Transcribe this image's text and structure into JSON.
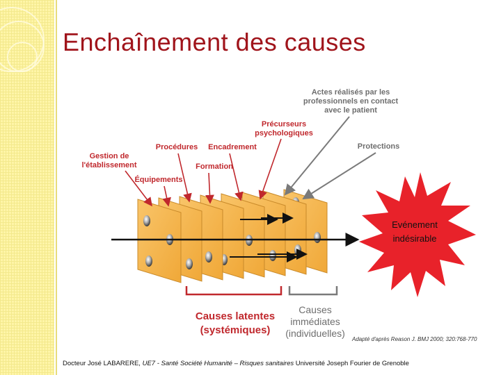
{
  "title": "Enchaînement des causes",
  "diagram": {
    "labels": {
      "actes": [
        "Actes réalisés par les",
        "professionnels en contact",
        "avec le patient"
      ],
      "precurseurs": [
        "Précurseurs",
        "psychologiques"
      ],
      "procedures": "Procédures",
      "encadrement": "Encadrement",
      "protections": "Protections",
      "gestion": [
        "Gestion de",
        "l'établissement"
      ],
      "formation": "Formation",
      "equipements": "Équipements"
    },
    "event": [
      "Evénement",
      "indésirable"
    ],
    "causes_latentes": [
      "Causes latentes",
      "(systémiques)"
    ],
    "causes_immediates": [
      "Causes",
      "immédiates",
      "(individuelles)"
    ],
    "source_note": "Adapté d'après Reason J. BMJ 2000; 320:768-770",
    "colors": {
      "title": "#a0141b",
      "slice": "#f6b84e",
      "label_red": "#c0282d",
      "label_gray": "#6e6e6e",
      "event": "#e8222a"
    }
  },
  "footer": {
    "part1": "Docteur José LABARERE, ",
    "part2_italic": "UE7 - Santé Société Humanité – Risques sanitaires",
    "part3": " Université Joseph Fourier de Grenoble"
  }
}
